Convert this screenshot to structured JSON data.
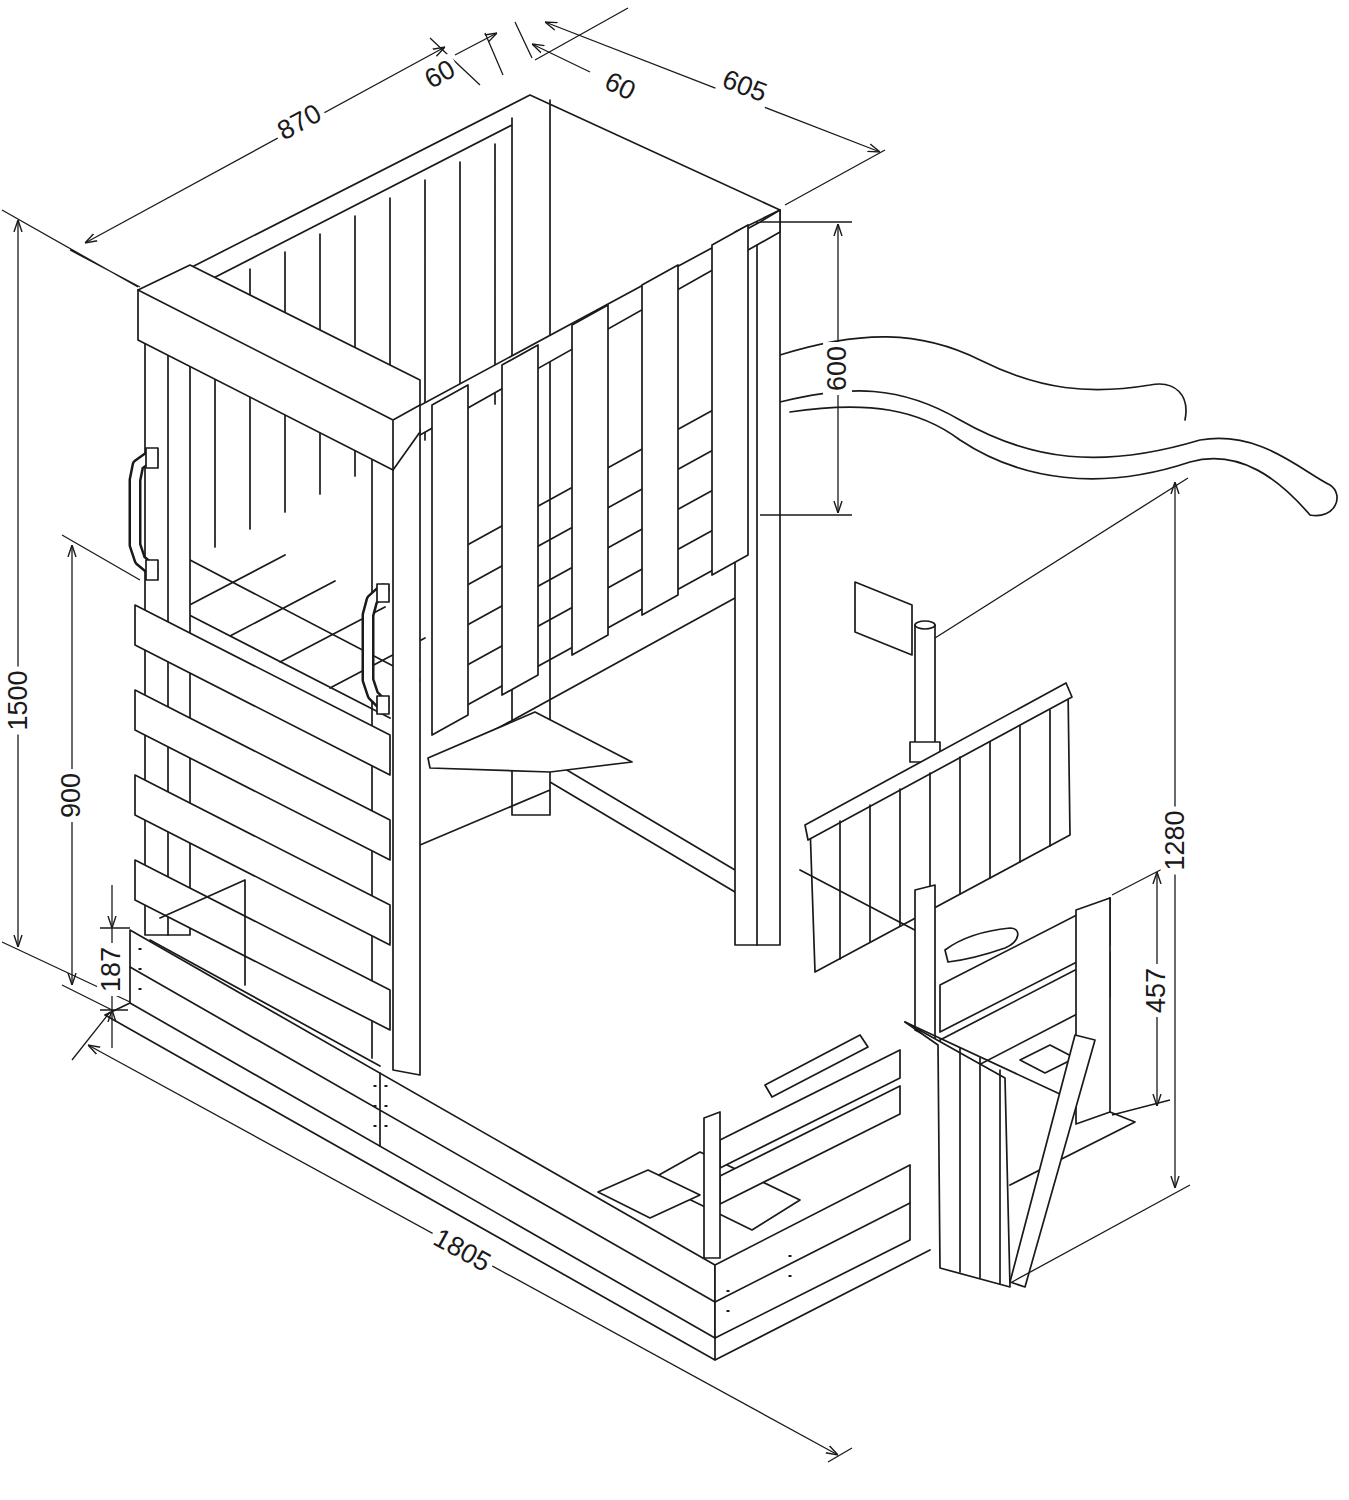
{
  "diagram": {
    "labels": [
      "870",
      "60",
      "60",
      "605",
      "600",
      "1500",
      "900",
      "187",
      "1805",
      "1280",
      "457"
    ]
  }
}
